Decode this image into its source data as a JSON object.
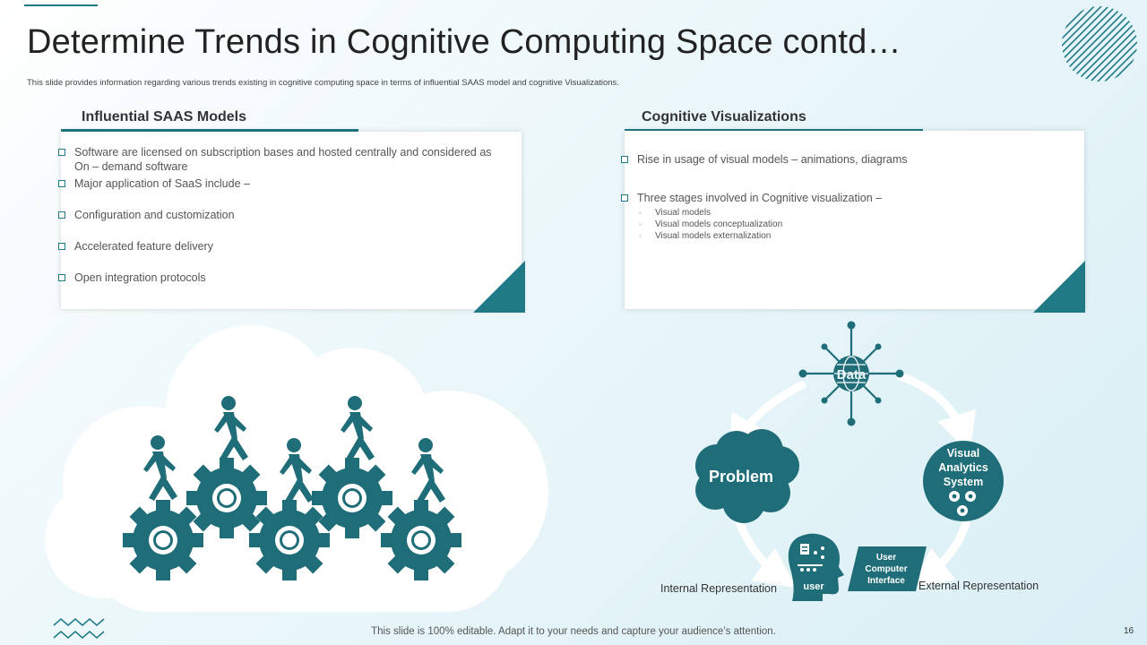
{
  "slide": {
    "title": "Determine Trends in Cognitive Computing Space contd…",
    "subtitle": "This slide provides information regarding various trends existing in cognitive computing space in terms of influential SAAS model and cognitive Visualizations.",
    "footer": "This slide is 100% editable. Adapt it to your needs and capture your audience’s attention.",
    "page_number": "16"
  },
  "left_panel": {
    "heading": "Influential  SAAS Models",
    "items": [
      "Software are licensed on subscription bases and hosted centrally and considered as On – demand software",
      "Major application of SaaS include –",
      "Configuration  and customization",
      "Accelerated feature delivery",
      "Open integration protocols"
    ]
  },
  "right_panel": {
    "heading": "Cognitive Visualizations",
    "items": [
      "Rise in usage of visual models – animations, diagrams",
      "Three stages involved  in Cognitive visualization –"
    ],
    "subitems": [
      "Visual models",
      "Visual models conceptualization",
      "Visual models externalization"
    ]
  },
  "diagram": {
    "data_label": "Data",
    "problem_label": "Problem",
    "vas_line1": "Visual",
    "vas_line2": "Analytics",
    "vas_line3": "System",
    "user_label": "user",
    "uci_line1": "User",
    "uci_line2": "Computer",
    "uci_line3": "Interface",
    "internal_label": "Internal Representation",
    "external_label": "External Representation"
  },
  "colors": {
    "accent": "#1f7a86",
    "dark_teal": "#1a6b76"
  },
  "icons": [
    "stripes-circle-icon",
    "zigzag-icon",
    "gear-icon",
    "person-icon",
    "network-globe-icon",
    "head-icon",
    "cloud-icon"
  ]
}
